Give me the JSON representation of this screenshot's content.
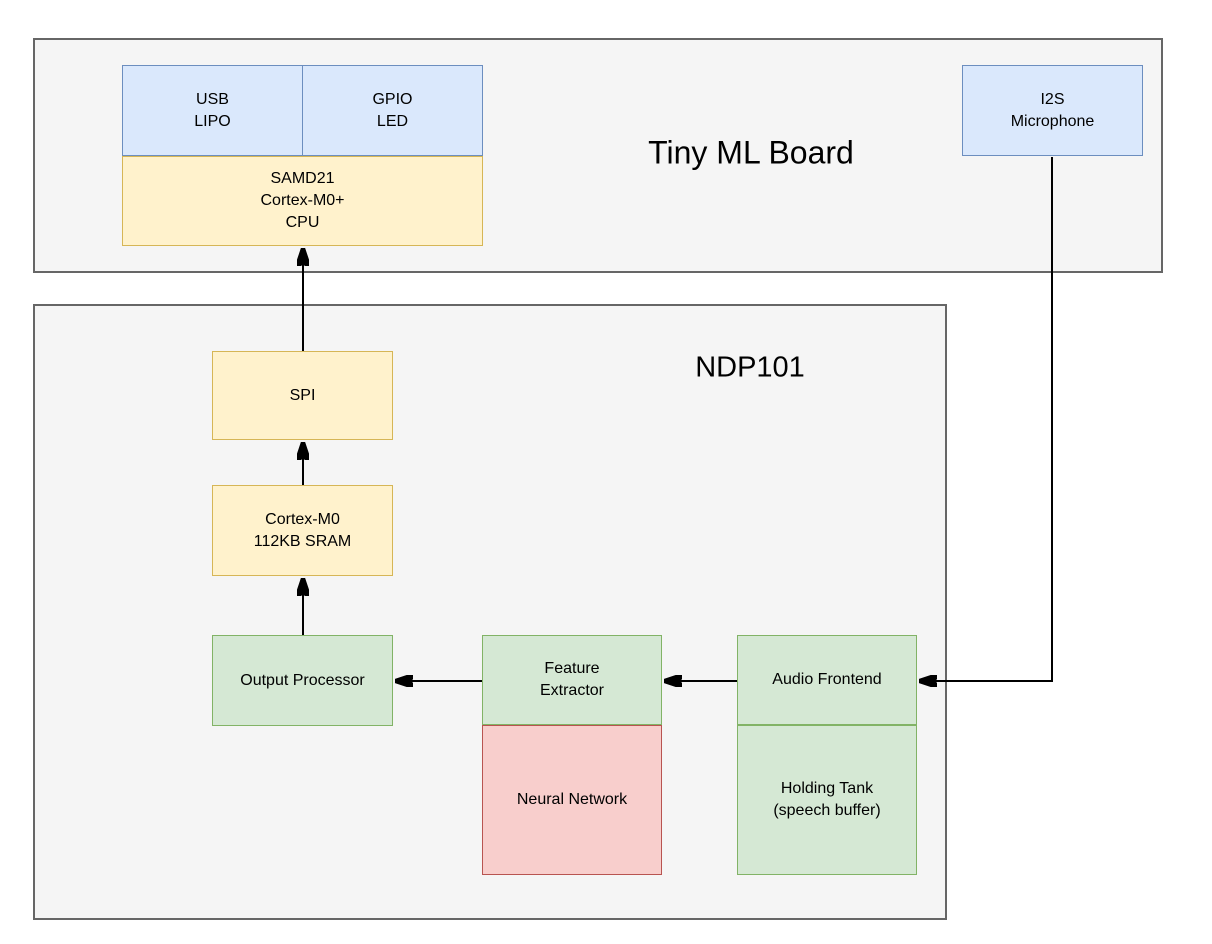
{
  "colors": {
    "background": "#ffffff",
    "container_fill": "#f5f5f5",
    "container_border": "#666666",
    "blue_fill": "#dae8fc",
    "blue_border": "#6c8ebf",
    "yellow_fill": "#fff2cc",
    "yellow_border": "#d6b656",
    "green_fill": "#d5e8d4",
    "green_border": "#82b366",
    "red_fill": "#f8cecc",
    "red_border": "#b85450",
    "arrow": "#000000",
    "text": "#000000"
  },
  "tiny_ml_board": {
    "title": "Tiny ML Board",
    "usb_lipo": "USB\nLIPO",
    "gpio_led": "GPIO\nLED",
    "samd21_cpu": "SAMD21\nCortex-M0+\nCPU",
    "i2s_microphone": "I2S\nMicrophone"
  },
  "ndp101": {
    "title": "NDP101",
    "spi": "SPI",
    "cortex_m0_sram": "Cortex-M0\n112KB SRAM",
    "output_processor": "Output Processor",
    "feature_extractor": "Feature\nExtractor",
    "neural_network": "Neural Network",
    "audio_frontend": "Audio Frontend",
    "holding_tank": "Holding Tank\n(speech buffer)"
  }
}
